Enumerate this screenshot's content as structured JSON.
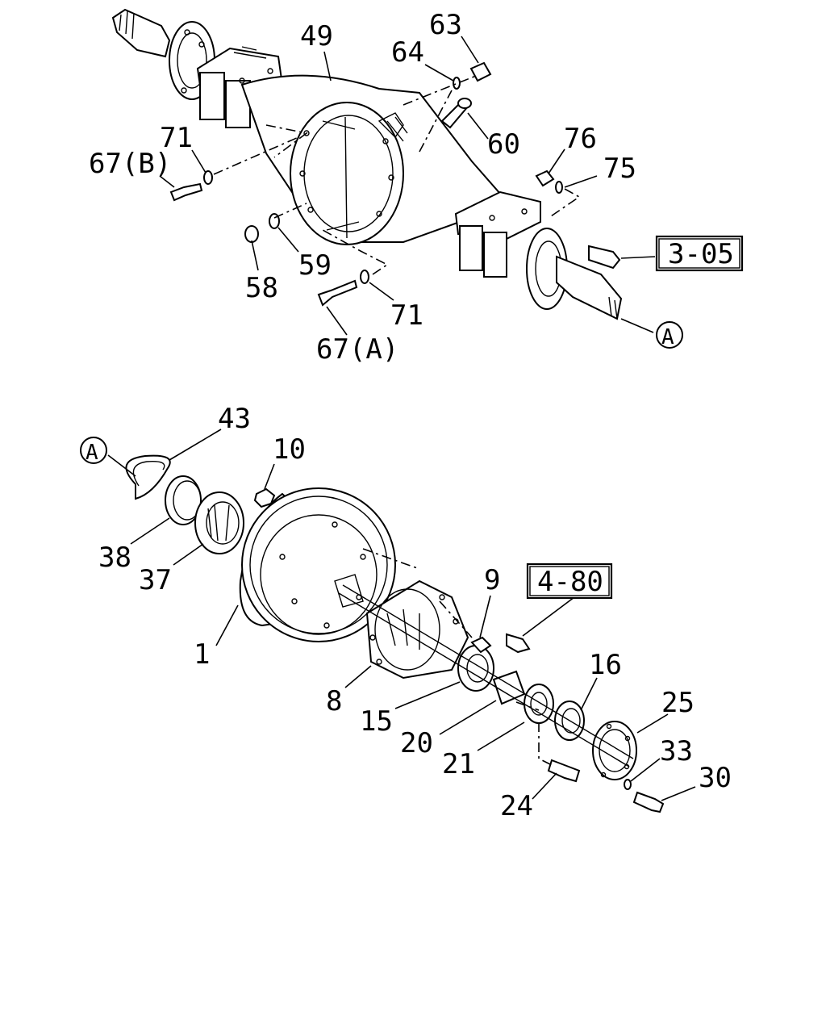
{
  "callouts": {
    "c49": "49",
    "c63": "63",
    "c64": "64",
    "c60": "60",
    "c76": "76",
    "c75": "75",
    "c71a": "71",
    "c67b": "67(B)",
    "c58": "58",
    "c59": "59",
    "c71b": "71",
    "c67a": "67(A)",
    "c43": "43",
    "c10": "10",
    "c38": "38",
    "c37": "37",
    "c1": "1",
    "c9": "9",
    "c8": "8",
    "c15": "15",
    "c16": "16",
    "c20": "20",
    "c21": "21",
    "c25": "25",
    "c33": "33",
    "c30": "30",
    "c24": "24"
  },
  "refs": {
    "ref305": "3-05",
    "ref480": "4-80"
  },
  "connectors": {
    "connA1": "A",
    "connA2": "A"
  }
}
